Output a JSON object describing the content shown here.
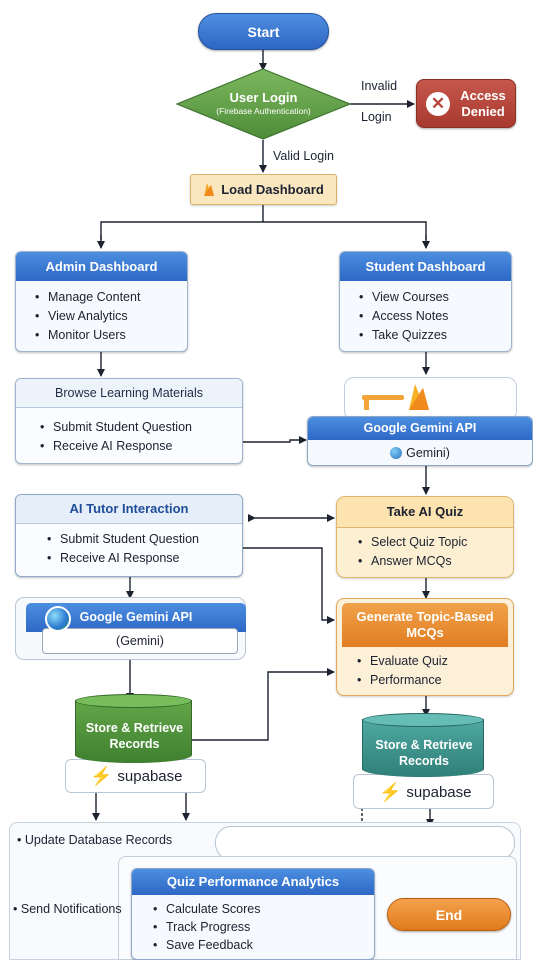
{
  "start": "Start",
  "login": {
    "title": "User Login",
    "subtitle": "(Firebase Authentication)"
  },
  "invalid_label": "Invalid",
  "invalid_login_label": "Login",
  "access_denied": {
    "line1": "Access",
    "line2": "Denied"
  },
  "valid_login_label": "Valid Login",
  "load_dashboard": "Load Dashboard",
  "admin_dashboard": {
    "title": "Admin Dashboard",
    "items": [
      "Manage Content",
      "View Analytics",
      "Monitor Users"
    ]
  },
  "student_dashboard": {
    "title": "Student Dashboard",
    "items": [
      "View Courses",
      "Access Notes",
      "Take Quizzes"
    ]
  },
  "browse": {
    "title": "Browse Learning Materials",
    "items": [
      "Submit Student Question",
      "Receive AI Response"
    ]
  },
  "gemini_right": {
    "title": "Google Gemini API",
    "logo_text": "Gemini)"
  },
  "ai_tutor": {
    "title": "AI Tutor Interaction",
    "items": [
      "Submit Student Question",
      "Receive AI Response"
    ]
  },
  "take_quiz": {
    "title": "Take AI Quiz",
    "items": [
      "Select Quiz Topic",
      "Answer MCQs"
    ]
  },
  "gemini_left": {
    "title": "Google Gemini API",
    "sub": "(Gemini)"
  },
  "generate": {
    "line1": "Generate Topic-Based",
    "line2": "MCQs",
    "items": [
      "Evaluate Quiz",
      "Performance"
    ]
  },
  "store_left": {
    "line1": "Store & Retrieve",
    "line2": "Records",
    "brand": "supabase"
  },
  "store_right": {
    "line1": "Store & Retrieve",
    "line2": "Records",
    "brand": "supabase"
  },
  "update_db": "Update Database Records",
  "send_notifications": "Send Notifications",
  "analytics": {
    "title": "Quiz Performance Analytics",
    "items": [
      "Calculate Scores",
      "Track Progress",
      "Save Feedback"
    ]
  },
  "end": "End",
  "colors": {
    "blue": "#2e66c4",
    "green": "#5a9a42",
    "red": "#b8463d",
    "orange": "#e27d22",
    "teal": "#3f9a94"
  }
}
